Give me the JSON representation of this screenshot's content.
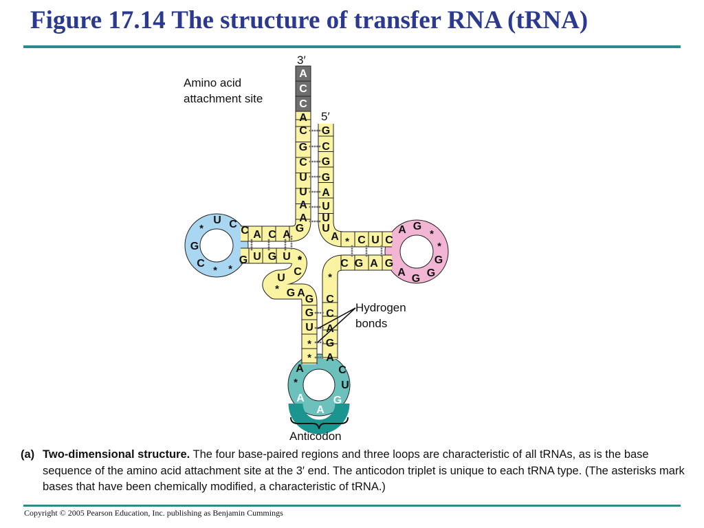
{
  "title": "Figure 17.14 The structure of transfer RNA (tRNA)",
  "labels": {
    "three_prime": "3′",
    "five_prime": "5′",
    "amino_acid_site": [
      "Amino acid",
      "attachment site"
    ],
    "hydrogen_bonds": [
      "Hydrogen",
      "bonds"
    ],
    "anticodon": "Anticodon"
  },
  "caption": {
    "tag": "(a)",
    "bold": "Two-dimensional structure.",
    "text": " The four base-paired regions and three loops are characteristic of all tRNAs, as is the base sequence of the amino acid attachment site at the 3′ end. The anticodon triplet is unique to each tRNA type. (The asterisks mark bases that have been chemically modified, a characteristic of tRNA.)"
  },
  "copyright": "Copyright © 2005 Pearson Education, Inc. publishing as Benjamin Cummings",
  "colors": {
    "stem": "#faf3a2",
    "attachment_site": "#6e6e6e",
    "d_loop": "#a9d7f2",
    "t_loop": "#f3b5d4",
    "anticodon_loop": "#6cc1bd",
    "anticodon": "#1a9590",
    "bond": "#707070",
    "title": "#2b3a8f",
    "rule": "#2a8a8c"
  },
  "diagram": {
    "acceptor_3_strand": [
      "A",
      "C",
      "C",
      "A",
      "C",
      "G",
      "C",
      "U",
      "U",
      "A",
      "A"
    ],
    "acceptor_5_strand": [
      "G",
      "C",
      "G",
      "G",
      "A",
      "U",
      "U"
    ],
    "d_stem_top": [
      "C",
      "A",
      "C",
      "A",
      "G"
    ],
    "d_stem_bottom": [
      "G",
      "U",
      "G",
      "U",
      "*"
    ],
    "d_loop": [
      "*",
      "U",
      "C",
      "G",
      "C",
      "*",
      "*"
    ],
    "junction": [
      "C",
      "U",
      "*",
      "G",
      "A"
    ],
    "anticodon_stem_left": [
      "G",
      "G",
      "U",
      "*",
      "*"
    ],
    "anticodon_stem_right": [
      "C",
      "C",
      "A",
      "G",
      "A"
    ],
    "anticodon_loop": [
      "A",
      "*",
      "C",
      "U"
    ],
    "anticodon": [
      "A",
      "A",
      "G"
    ],
    "t_stem_top": [
      "A",
      "*",
      "C",
      "U",
      "C"
    ],
    "t_stem_bottom": [
      "C",
      "G",
      "A",
      "G"
    ],
    "t_loop": [
      "A",
      "G",
      "*",
      "*",
      "G",
      "G",
      "G",
      "A"
    ],
    "variable": [
      "U",
      "*"
    ]
  }
}
